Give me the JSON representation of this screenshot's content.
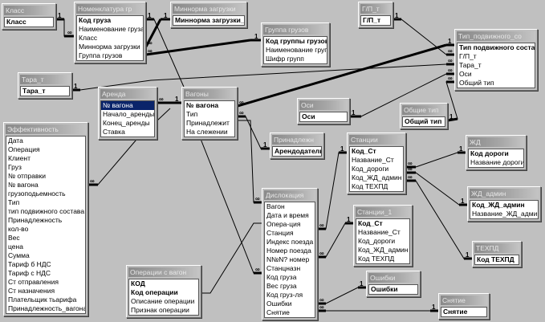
{
  "symbols": {
    "one": "1",
    "many": "∞"
  },
  "tables": [
    {
      "id": "klass",
      "title": "Класс",
      "fields": [
        {
          "name": "Класс",
          "pk": true
        }
      ]
    },
    {
      "id": "nomenklatura",
      "title": "Номенклатура гр",
      "fields": [
        {
          "name": "Код груза",
          "pk": true
        },
        {
          "name": "Наименование груза"
        },
        {
          "name": "Класс"
        },
        {
          "name": "Миннорма загрузки"
        },
        {
          "name": "Группа грузов"
        }
      ]
    },
    {
      "id": "minnorma",
      "title": "Миннорма загрузки",
      "fields": [
        {
          "name": "Миннорма загрузки_тн",
          "pk": true
        }
      ]
    },
    {
      "id": "gruppa",
      "title": "Группа грузов",
      "fields": [
        {
          "name": "Код группы грузов",
          "pk": true
        },
        {
          "name": "Наименование групп"
        },
        {
          "name": "Шифр групп"
        }
      ]
    },
    {
      "id": "gp",
      "title": "Г/П_т",
      "fields": [
        {
          "name": "Г/П_т",
          "pk": true
        }
      ]
    },
    {
      "id": "tip_podv",
      "title": "Тип_подвижного_со",
      "fields": [
        {
          "name": "Тип подвижного состава",
          "pk": true
        },
        {
          "name": "Г/П_т"
        },
        {
          "name": "Тара_т"
        },
        {
          "name": "Оси"
        },
        {
          "name": "Общий тип"
        }
      ]
    },
    {
      "id": "tara",
      "title": "Тара_т",
      "fields": [
        {
          "name": "Тара_т",
          "pk": true
        }
      ]
    },
    {
      "id": "arenda",
      "title": "Аренда",
      "fields": [
        {
          "name": "№ вагона",
          "selected": true
        },
        {
          "name": "Начало_аренды"
        },
        {
          "name": "Конец_аренды"
        },
        {
          "name": "Ставка"
        }
      ]
    },
    {
      "id": "vagony",
      "title": "Вагоны",
      "fields": [
        {
          "name": "№ вагона",
          "pk": true
        },
        {
          "name": "Тип"
        },
        {
          "name": "Принадлежит"
        },
        {
          "name": "На слежении"
        }
      ]
    },
    {
      "id": "osi",
      "title": "Оси",
      "fields": [
        {
          "name": "Оси",
          "pk": true
        }
      ]
    },
    {
      "id": "obshie",
      "title": "Общие тип",
      "fields": [
        {
          "name": "Общий тип",
          "pk": true
        }
      ]
    },
    {
      "id": "effekt",
      "title": "Эффективность",
      "fields": [
        {
          "name": "Дата"
        },
        {
          "name": "Операция"
        },
        {
          "name": "Клиент"
        },
        {
          "name": "Груз"
        },
        {
          "name": "№ отправки"
        },
        {
          "name": "№ вагона"
        },
        {
          "name": "грузоподьемность"
        },
        {
          "name": "Тип"
        },
        {
          "name": "тип подвижного состава"
        },
        {
          "name": "Принадлежность"
        },
        {
          "name": "кол-во"
        },
        {
          "name": "Вес"
        },
        {
          "name": "цена"
        },
        {
          "name": "Сумма"
        },
        {
          "name": "Тариф б НДС"
        },
        {
          "name": "Тариф с НДС"
        },
        {
          "name": "Ст отправления"
        },
        {
          "name": "Ст назначения"
        },
        {
          "name": "Плательщик тьарифа"
        },
        {
          "name": "Принадлежность_вагона"
        }
      ]
    },
    {
      "id": "prinadl",
      "title": "Принадлежн",
      "fields": [
        {
          "name": "Арендодатель",
          "pk": true
        }
      ]
    },
    {
      "id": "stancii",
      "title": "Станции",
      "fields": [
        {
          "name": "Код_Ст",
          "pk": true
        },
        {
          "name": "Название_Ст"
        },
        {
          "name": "Код_дороги"
        },
        {
          "name": "Код_ЖД_админ"
        },
        {
          "name": "Код ТЕХПД"
        }
      ]
    },
    {
      "id": "zhd",
      "title": "ЖД",
      "fields": [
        {
          "name": "Код дороги",
          "pk": true
        },
        {
          "name": "Название дороги"
        }
      ]
    },
    {
      "id": "dislok",
      "title": "Дислокация",
      "fields": [
        {
          "name": "Вагон"
        },
        {
          "name": "Дата и время"
        },
        {
          "name": "Опера-ция"
        },
        {
          "name": "Станция"
        },
        {
          "name": "Индекс поезда"
        },
        {
          "name": "Номер поезда"
        },
        {
          "name": "N№N? номер"
        },
        {
          "name": "Станцназн"
        },
        {
          "name": "Код груза"
        },
        {
          "name": "Вес груза"
        },
        {
          "name": "Код груз-ля"
        },
        {
          "name": "Ошибки"
        },
        {
          "name": "Снятие"
        }
      ]
    },
    {
      "id": "zhd_admin",
      "title": "ЖД_админ",
      "fields": [
        {
          "name": "Код_ЖД_админ",
          "pk": true
        },
        {
          "name": "Название_ЖД_админ"
        }
      ]
    },
    {
      "id": "stancii1",
      "title": "Станции_1",
      "fields": [
        {
          "name": "Код_Ст",
          "pk": true
        },
        {
          "name": "Название_Ст"
        },
        {
          "name": "Код_дороги"
        },
        {
          "name": "Код_ЖД_админ"
        },
        {
          "name": "Код ТЕХПД"
        }
      ]
    },
    {
      "id": "techpd",
      "title": "ТЕХПД",
      "fields": [
        {
          "name": "Код ТЕХПД",
          "pk": true
        }
      ]
    },
    {
      "id": "oshibki",
      "title": "Ошибки",
      "fields": [
        {
          "name": "Ошибки",
          "pk": true
        }
      ]
    },
    {
      "id": "operacii",
      "title": "Операции с вагон",
      "fields": [
        {
          "name": "КОД",
          "pk": true
        },
        {
          "name": "Код операции",
          "pk": true
        },
        {
          "name": "Описание операции"
        },
        {
          "name": "Признак операции"
        }
      ]
    },
    {
      "id": "snyatie",
      "title": "Снятие",
      "fields": [
        {
          "name": "Снятие",
          "pk": true
        }
      ]
    }
  ]
}
